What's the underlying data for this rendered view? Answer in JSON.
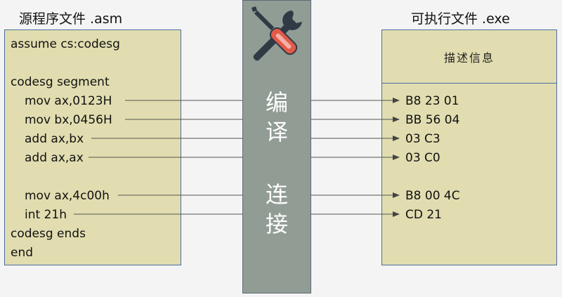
{
  "source_title": "源程序文件 .asm",
  "exe_title": "可执行文件 .exe",
  "exe_header": "描述信息",
  "source_lines": [
    "assume cs:codesg",
    "codesg segment",
    "mov ax,0123H",
    "mov bx,0456H",
    "add ax,bx",
    "add ax,ax",
    "mov ax,4c00h",
    "int 21h",
    "codesg ends",
    "end"
  ],
  "machine_code": [
    "B8 23 01",
    "BB 56 04",
    "03 C3",
    "03 C0",
    "B8 00 4C",
    "CD 21"
  ],
  "center_labels": [
    "编",
    "译",
    "连",
    "接"
  ],
  "icons": {
    "tools": "wrench-screwdriver-icon"
  },
  "colors": {
    "panel_fill": "#e1ddb0",
    "panel_border": "#4a6da0",
    "center_bar": "#919c95",
    "screwdriver_handle": "#e35a4a",
    "wrench": "#2f3a44"
  }
}
